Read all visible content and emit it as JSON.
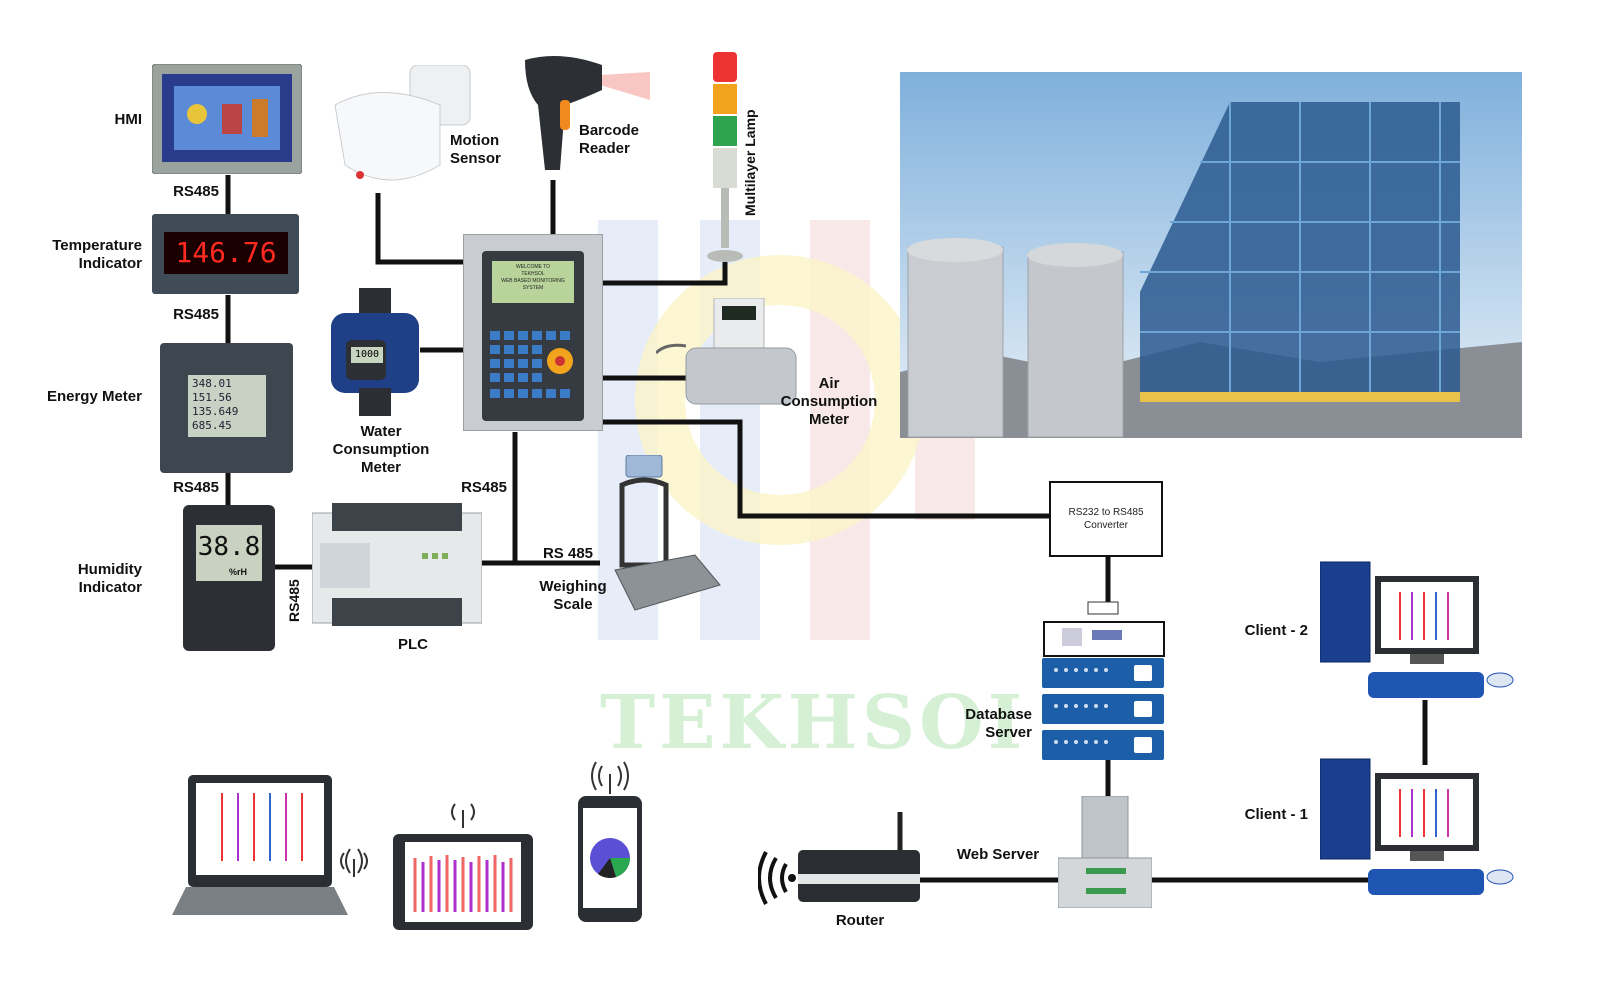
{
  "labels": {
    "hmi": "HMI",
    "temperature_indicator": "Temperature\nIndicator",
    "energy_meter": "Energy Meter",
    "humidity_indicator": "Humidity\nIndicator",
    "motion_sensor": "Motion\nSensor",
    "barcode_reader": "Barcode\nReader",
    "multilayer_lamp": "Multilayer Lamp",
    "water_meter": "Water\nConsumption\nMeter",
    "air_meter": "Air\nConsumption\nMeter",
    "weighing_scale": "Weighing\nScale",
    "plc": "PLC",
    "database_server": "Database\nServer",
    "web_server": "Web Server",
    "router": "Router",
    "client_1": "Client - 1",
    "client_2": "Client - 2",
    "converter": "RS232 to RS485\nConverter"
  },
  "links": {
    "rs485_1": "RS485",
    "rs485_2": "RS485",
    "rs485_3": "RS485",
    "rs485_4": "RS485",
    "rs485_vert": "RS485",
    "rs485_scale": "RS 485"
  },
  "readouts": {
    "temperature": "146.76",
    "humidity": "38.8",
    "humidity_unit": "%rH",
    "water_meter": "1000",
    "energy_lines": [
      "348.01",
      "151.56",
      "135.649",
      "685.45"
    ],
    "controller_screen": "WELCOME TO\nTEKHSOL\nWEB BASED MONITORING\nSYSTEM"
  },
  "watermark": "TEKHSOI",
  "colors": {
    "line": "#111111",
    "server_blue": "#1c5ea8",
    "watermark": "#cfeecf",
    "pc_blue": "#1a3f8f"
  }
}
